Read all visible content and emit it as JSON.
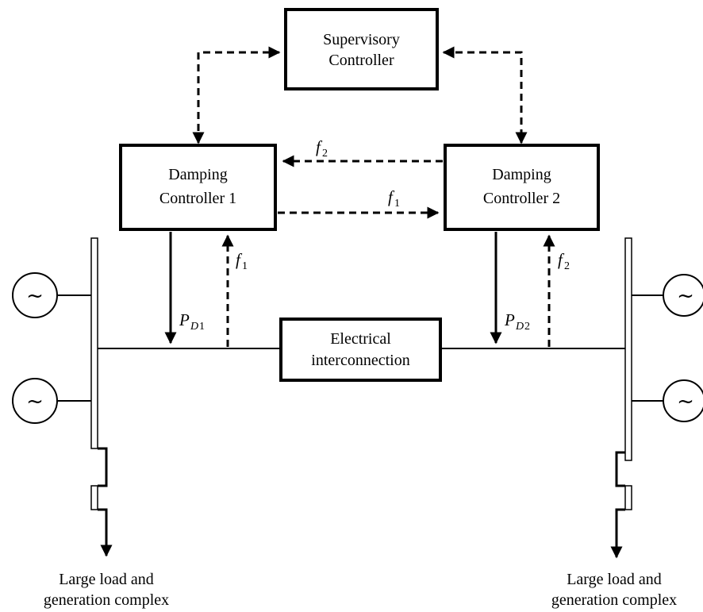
{
  "nodes": {
    "supervisory": {
      "line1": "Supervisory",
      "line2": "Controller"
    },
    "damping1": {
      "line1": "Damping",
      "line2": "Controller 1"
    },
    "damping2": {
      "line1": "Damping",
      "line2": "Controller 2"
    },
    "interconnection": {
      "line1": "Electrical",
      "line2": "interconnection"
    }
  },
  "signals": {
    "f": "f",
    "f1_sub": "1",
    "f2_sub": "2",
    "P": "P",
    "PD_sub": "D",
    "PD1_num": "1",
    "PD2_num": "2"
  },
  "generator_symbol": "~",
  "load_left": {
    "line1": "Large load and",
    "line2": "generation complex"
  },
  "load_right": {
    "line1": "Large load and",
    "line2": "generation complex"
  },
  "icons": {
    "generator": "ac-generator-icon",
    "load": "load-arrow-icon"
  }
}
